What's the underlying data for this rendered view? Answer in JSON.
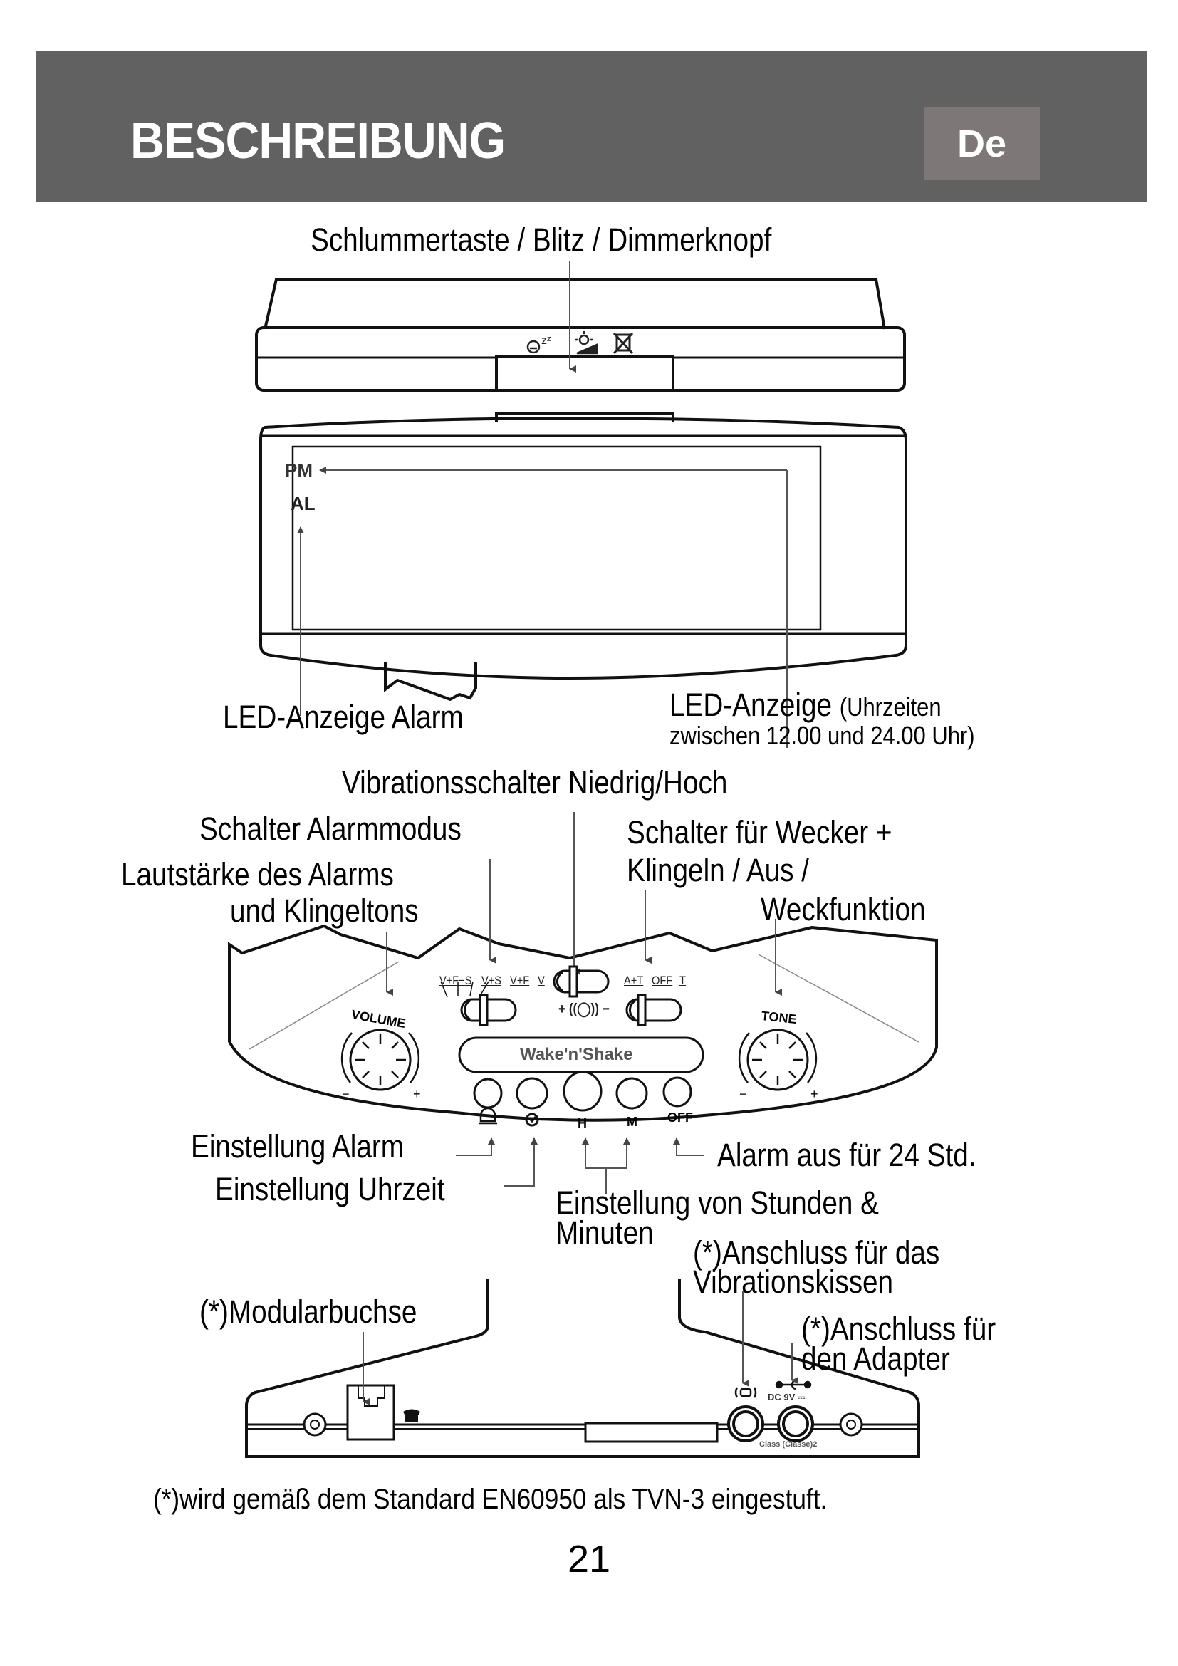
{
  "header": {
    "title": "BESCHREIBUNG",
    "language_badge": "De"
  },
  "top_view": {
    "snooze_label": "Schlummertaste / Blitz / Dimmerknopf",
    "icons": [
      "snooze-icon",
      "flash-icon",
      "dimmer-icon"
    ]
  },
  "display": {
    "pm_indicator": "PM",
    "al_indicator": "AL",
    "led_alarm_label": "LED-Anzeige Alarm",
    "led_pm_label_main": "LED-Anzeige",
    "led_pm_label_paren": "(Uhrzeiten",
    "led_pm_label_line2": "zwischen 12.00 und 24.00 Uhr)"
  },
  "control_panel": {
    "vibration_switch_label": "Vibrationsschalter Niedrig/Hoch",
    "alarm_mode_label": "Schalter Alarmmodus",
    "volume_label_line1": "Lautstärke des Alarms",
    "volume_label_line2": "und Klingeltons",
    "wake_switch_label_line1": "Schalter für Wecker +",
    "wake_switch_label_line2": "Klingeln / Aus /",
    "wake_switch_label_line3": "Weckfunktion",
    "mode_positions": [
      "V+F+S",
      "V+S",
      "V+F",
      "V"
    ],
    "wake_positions": [
      "A+T",
      "OFF",
      "T"
    ],
    "vibration_marks": "+ ((◯)) −",
    "volume_knob": "VOLUME",
    "tone_knob": "TONE",
    "knob_minus": "−",
    "knob_plus": "+",
    "brand": "Wake'n'Shake",
    "buttons": [
      {
        "label": "",
        "icon": "alarm-bell-icon"
      },
      {
        "label": "",
        "icon": "clock-icon"
      },
      {
        "label": "H",
        "icon": ""
      },
      {
        "label": "M",
        "icon": ""
      },
      {
        "label": "OFF",
        "icon": ""
      }
    ]
  },
  "button_labels": {
    "set_alarm": "Einstellung Alarm",
    "set_time": "Einstellung Uhrzeit",
    "set_hours_minutes_line1": "Einstellung von Stunden &",
    "set_hours_minutes_line2": "Minuten",
    "alarm_off_24h": "Alarm aus für 24 Std."
  },
  "rear_view": {
    "modular_jack_label": "(*)Modularbuchse",
    "vibration_pad_port_line1": "(*)Anschluss für das",
    "vibration_pad_port_line2": "Vibrationskissen",
    "adapter_port_line1": "(*)Anschluss für",
    "adapter_port_line2": "den Adapter",
    "dc_label": "DC 9V ⎓",
    "class_label": "Class (Classe)2"
  },
  "footnote": "(*)wird gemäß dem Standard EN60950 als TVN-3 eingestuft.",
  "page_number": "21"
}
